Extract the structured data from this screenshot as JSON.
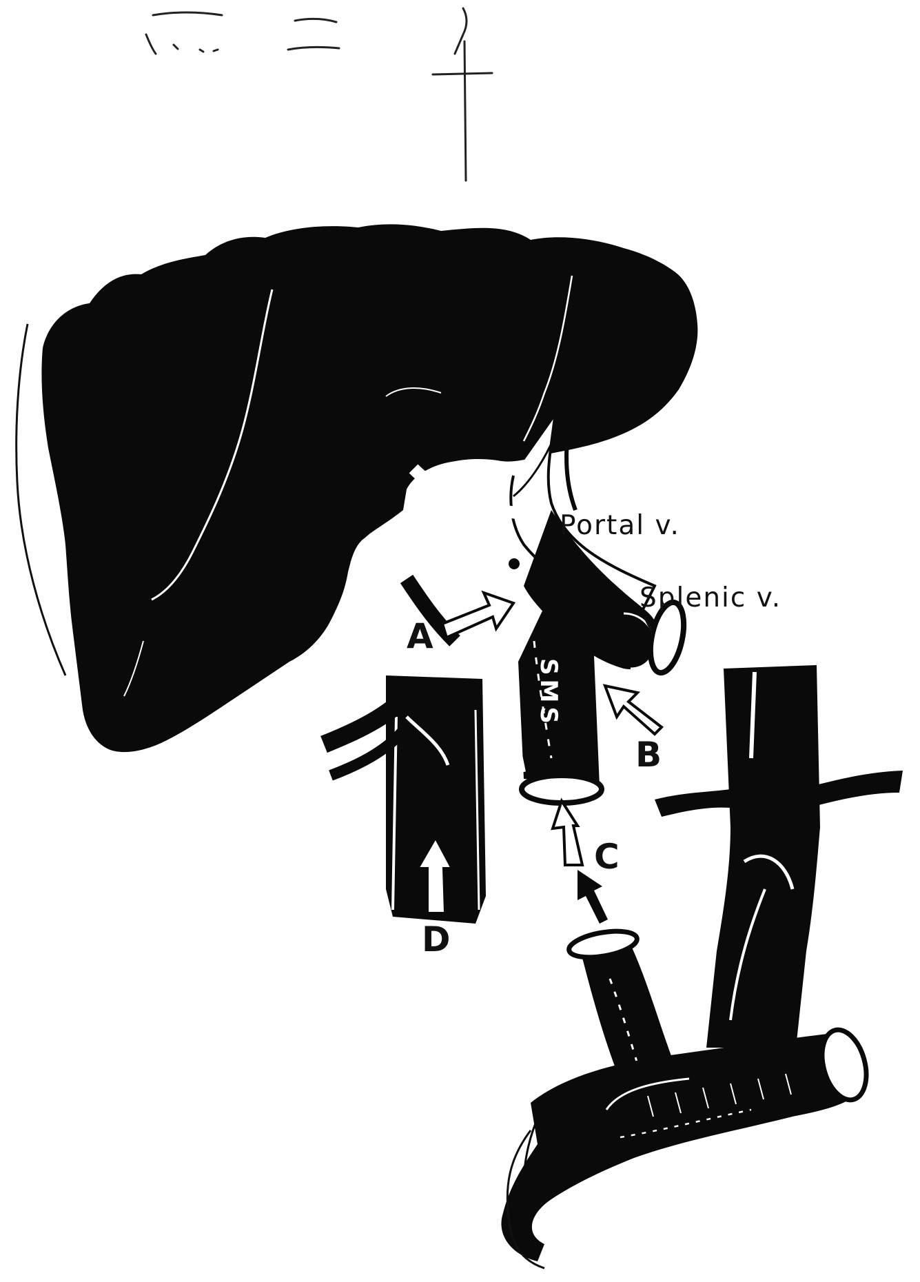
{
  "labels": {
    "portal_vein": "Portal v.",
    "splenic_vein": "Splenic v.",
    "sms": "SMS",
    "arrow_a": "A",
    "arrow_b": "B",
    "arrow_c": "C",
    "arrow_d": "D"
  },
  "colors": {
    "ink": "#0a0a0a",
    "paper": "#ffffff"
  }
}
